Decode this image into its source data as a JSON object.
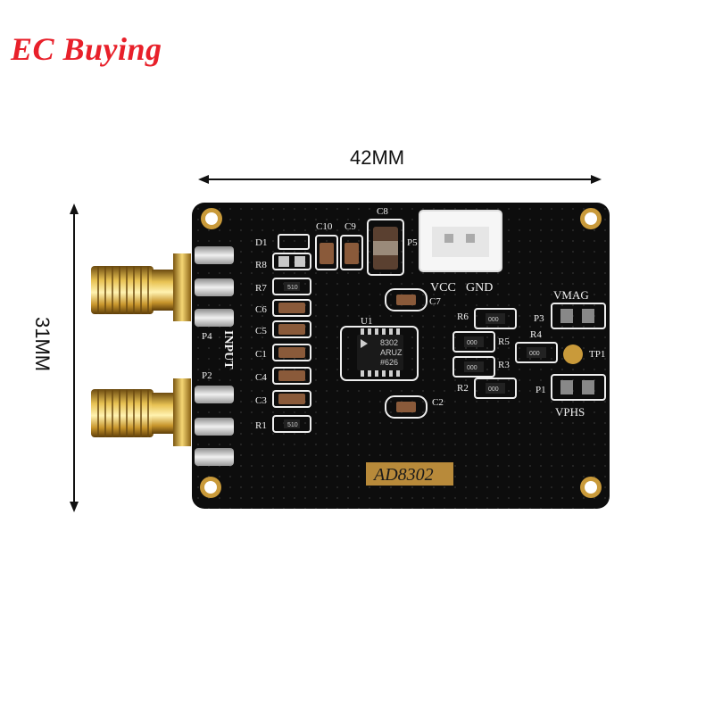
{
  "brand": {
    "text": "EC Buying",
    "color": "#e8202a"
  },
  "dimensions": {
    "width_label": "42MM",
    "height_label": "31MM"
  },
  "board": {
    "chip_label": "AD8302",
    "ic_marking": {
      "line1": "8302",
      "line2": "ARUZ",
      "line3": "#626"
    },
    "silkscreen": {
      "d1": "D1",
      "r8": "R8",
      "r7": "R7",
      "c6": "C6",
      "c5": "C5",
      "c1": "C1",
      "c4": "C4",
      "c3": "C3",
      "r1": "R1",
      "c10": "C10",
      "c9": "C9",
      "c8": "C8",
      "p5": "P5",
      "vcc": "VCC",
      "gnd": "GND",
      "c7": "C7",
      "u1": "U1",
      "r6": "R6",
      "r5": "R5",
      "r4": "R4",
      "r3": "R3",
      "r2": "R2",
      "c2": "C2",
      "vmag": "VMAG",
      "p3": "P3",
      "tp1": "TP1",
      "p1": "P1",
      "vphs": "VPHS",
      "p4": "P4",
      "input": "INPUT",
      "p2": "P2"
    },
    "resistor_codes": {
      "r7": "510",
      "r1": "510",
      "r6": "000",
      "r5": "000",
      "r3": "000",
      "r4": "000",
      "r2": "000"
    }
  }
}
